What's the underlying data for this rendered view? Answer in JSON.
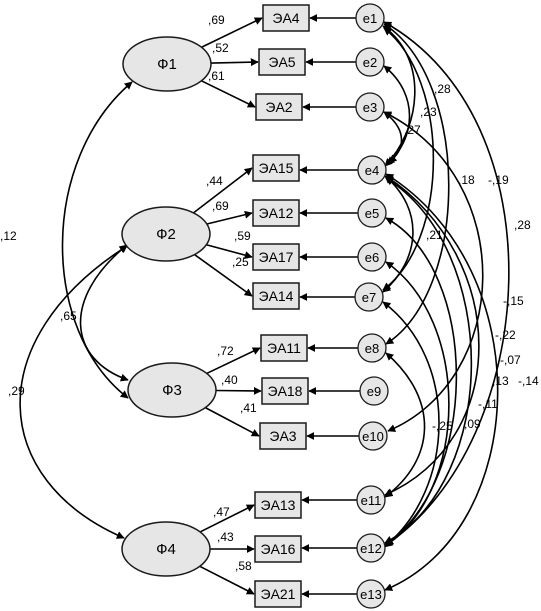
{
  "factors": [
    {
      "id": "F1",
      "label": "Ф1"
    },
    {
      "id": "F2",
      "label": "Ф2"
    },
    {
      "id": "F3",
      "label": "Ф3"
    },
    {
      "id": "F4",
      "label": "Ф4"
    }
  ],
  "items": [
    {
      "id": "EA4",
      "label": "ЭА4"
    },
    {
      "id": "EA5",
      "label": "ЭА5"
    },
    {
      "id": "EA2",
      "label": "ЭА2"
    },
    {
      "id": "EA15",
      "label": "ЭА15"
    },
    {
      "id": "EA12",
      "label": "ЭА12"
    },
    {
      "id": "EA17",
      "label": "ЭА17"
    },
    {
      "id": "EA14",
      "label": "ЭА14"
    },
    {
      "id": "EA11",
      "label": "ЭА11"
    },
    {
      "id": "EA18",
      "label": "ЭА18"
    },
    {
      "id": "EA3",
      "label": "ЭА3"
    },
    {
      "id": "EA13",
      "label": "ЭА13"
    },
    {
      "id": "EA16",
      "label": "ЭА16"
    },
    {
      "id": "EA21",
      "label": "ЭА21"
    }
  ],
  "errors": [
    {
      "id": "e1",
      "label": "e1"
    },
    {
      "id": "e2",
      "label": "e2"
    },
    {
      "id": "e3",
      "label": "e3"
    },
    {
      "id": "e4",
      "label": "e4"
    },
    {
      "id": "e5",
      "label": "e5"
    },
    {
      "id": "e6",
      "label": "e6"
    },
    {
      "id": "e7",
      "label": "e7"
    },
    {
      "id": "e8",
      "label": "e8"
    },
    {
      "id": "e9",
      "label": "e9"
    },
    {
      "id": "e10",
      "label": "e10"
    },
    {
      "id": "e11",
      "label": "e11"
    },
    {
      "id": "e12",
      "label": "e12"
    },
    {
      "id": "e13",
      "label": "e13"
    }
  ],
  "loadings": [
    {
      "factor": "F1",
      "item": "EA4",
      "value": ",69"
    },
    {
      "factor": "F1",
      "item": "EA5",
      "value": ",52"
    },
    {
      "factor": "F1",
      "item": "EA2",
      "value": ",61"
    },
    {
      "factor": "F2",
      "item": "EA15",
      "value": ",44"
    },
    {
      "factor": "F2",
      "item": "EA12",
      "value": ",69"
    },
    {
      "factor": "F2",
      "item": "EA17",
      "value": ",59"
    },
    {
      "factor": "F2",
      "item": "EA14",
      "value": ",25"
    },
    {
      "factor": "F3",
      "item": "EA11",
      "value": ",72"
    },
    {
      "factor": "F3",
      "item": "EA18",
      "value": ",40"
    },
    {
      "factor": "F3",
      "item": "EA3",
      "value": ",41"
    },
    {
      "factor": "F4",
      "item": "EA13",
      "value": ",47"
    },
    {
      "factor": "F4",
      "item": "EA16",
      "value": ",43"
    },
    {
      "factor": "F4",
      "item": "EA21",
      "value": ",58"
    }
  ],
  "factor_correlations": [
    {
      "from": "F1",
      "to": "F3",
      "value": ",12"
    },
    {
      "from": "F2",
      "to": "F3",
      "value": ",65"
    },
    {
      "from": "F2",
      "to": "F4",
      "value": ",29"
    }
  ],
  "error_correlations": [
    {
      "from": "e1",
      "to": "e4",
      "value": ",28"
    },
    {
      "from": "e2",
      "to": "e4",
      "value": ",23"
    },
    {
      "from": "e3",
      "to": "e4",
      "value": ",27"
    },
    {
      "from": "e1",
      "to": "e7",
      "value": ",18"
    },
    {
      "from": "e1",
      "to": "e8",
      "value": "-,19"
    },
    {
      "from": "e1",
      "to": "e12",
      "value": ",28"
    },
    {
      "from": "e4",
      "to": "e7",
      "value": ",21"
    },
    {
      "from": "e3",
      "to": "e10",
      "value": "-,15"
    },
    {
      "from": "e4",
      "to": "e12",
      "value": "-,22"
    },
    {
      "from": "e4",
      "to": "e11",
      "value": "-,07"
    },
    {
      "from": "e4",
      "to": "e13",
      "value": "-,14"
    },
    {
      "from": "e5",
      "to": "e12",
      "value": ",13"
    },
    {
      "from": "e6",
      "to": "e12",
      "value": "-,11"
    },
    {
      "from": "e7",
      "to": "e12",
      "value": ",09"
    },
    {
      "from": "e8",
      "to": "e11",
      "value": "-,25"
    }
  ]
}
